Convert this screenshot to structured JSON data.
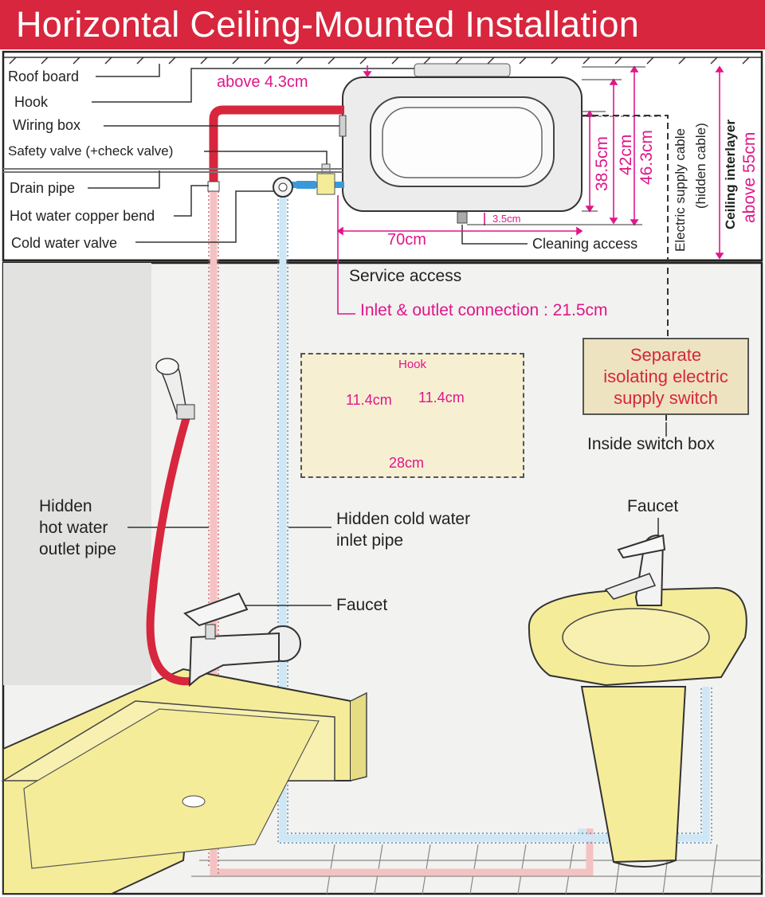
{
  "title": "Horizontal Ceiling-Mounted Installation",
  "colors": {
    "title_bg": "#d7263d",
    "hot_pipe": "#d7263d",
    "cold_pipe": "#3a9ad9",
    "hidden_hot": "#f4c2c2",
    "hidden_cold": "#cfe6f5",
    "accent_text": "#e0168a",
    "fixture": "#f5ec9a"
  },
  "labels": {
    "roof_board": "Roof board",
    "hook": "Hook",
    "wiring_box": "Wiring box",
    "safety_valve": "Safety valve (+check valve)",
    "drain_pipe": "Drain pipe",
    "hot_water_copper_bend": "Hot water copper bend",
    "cold_water_valve": "Cold water valve",
    "cleaning_access": "Cleaning access",
    "service_access": "Service access",
    "inside_switch_box": "Inside switch box",
    "hidden_hot_pipe": [
      "Hidden",
      "hot water",
      "outlet pipe"
    ],
    "hidden_cold_pipe": [
      "Hidden cold water",
      "inlet pipe"
    ],
    "faucet_tub": "Faucet",
    "faucet_sink": "Faucet",
    "electric_cable": [
      "Electric supply cable",
      "(hidden cable)"
    ],
    "ceiling_interlayer": "Ceiling interlayer",
    "ceiling_interlayer_value": "above  55cm"
  },
  "dimensions": {
    "above_clearance": "above 4.3cm",
    "height_1": "38.5cm",
    "height_2": "42cm",
    "height_3": "46.3cm",
    "drain_offset": "3.5cm",
    "width": "70cm",
    "inlet_outlet": "Inlet & outlet connection : 21.5cm"
  },
  "hook_detail": {
    "title": "Hook",
    "spacing_left": "11.4cm",
    "spacing_right": "11.4cm",
    "total_width": "28cm"
  },
  "switch_box": {
    "lines": [
      "Separate",
      "isolating electric",
      "supply switch"
    ]
  }
}
